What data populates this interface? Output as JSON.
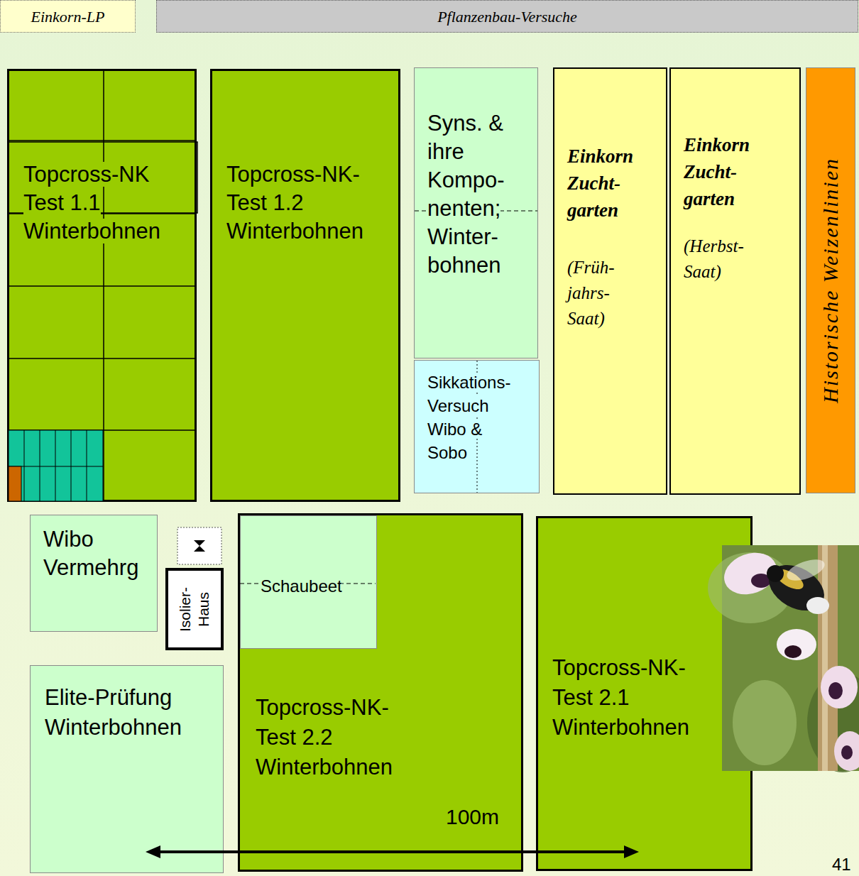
{
  "diagram": {
    "nodes": [
      {
        "text": [
          "Einkorn-LP"
        ]
      },
      {
        "text": [
          "Pflanzenbau-Versuche"
        ]
      },
      {
        "text": [
          "Topcross-NK Test 1.1 Winterbohnen"
        ]
      },
      {
        "text": [
          "Topcross-NK- Test 1.2 Winterbohnen"
        ]
      },
      {
        "text": [
          "Syns. & ihre Kompo- nenten; Winter- bohnen"
        ]
      },
      {
        "text": [
          "Sikkations- Versuch Wibo & Sobo"
        ]
      },
      {
        "text": [
          "Einkorn Zucht- garten",
          "(Früh- jahrs- Saat)"
        ]
      },
      {
        "text": [
          "Einkorn Zucht- garten",
          "(Herbst- Saat)"
        ]
      },
      {
        "text": [
          "Historische Weizenlinien"
        ]
      },
      {
        "text": [
          "Wibo Vermehrg"
        ]
      },
      {
        "text": [
          "Isolier- Haus"
        ]
      },
      {
        "text": [
          "Topcross-NK- Test 2.2 Winterbohnen"
        ]
      },
      {
        "text": [
          "Schaubeet"
        ],
        "in": 11
      },
      {
        "text": [
          "Topcross-NK- Test 2.1 Winterbohnen"
        ]
      },
      {
        "text": [
          "Elite-Prüfung Winterbohnen"
        ]
      }
    ],
    "labels": [
      "100m",
      "41"
    ]
  }
}
